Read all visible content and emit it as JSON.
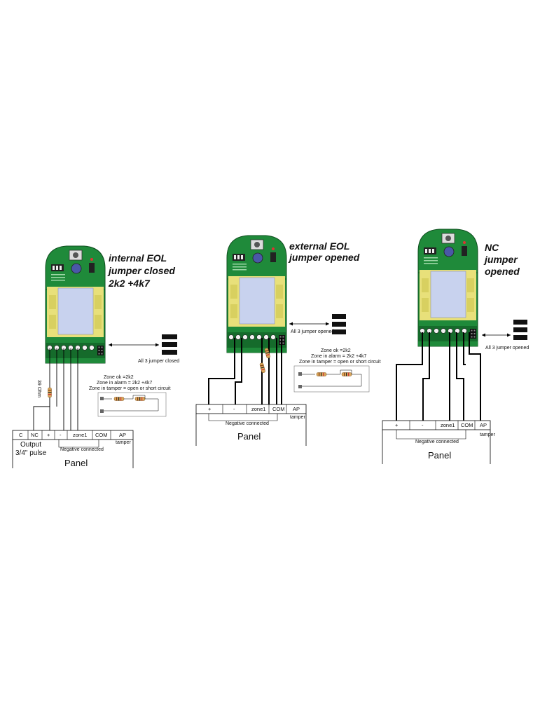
{
  "colors": {
    "pcb": "#1f8a3a",
    "pcb_dark": "#156b2b",
    "pad": "#e8e07a",
    "lens": "#c8d2ee",
    "wire": "#000000",
    "resistor": "#d9a65a"
  },
  "diagrams": [
    {
      "title_lines": [
        "internal EOL",
        "jumper closed",
        "2k2 +4k7"
      ],
      "jumper_note": "All 3 jumper closed",
      "resistor_label": "39 Ohm",
      "zone_notes": [
        "Zone ok =2k2",
        "Zone in alarm = 2k2 +4k7",
        "Zone in tamper = open or short circuit"
      ],
      "terminals": [
        "C",
        "NC",
        "+",
        "-",
        "zone1",
        "COM",
        "AP"
      ],
      "tamper_label": "tamper",
      "negative_label": "Negative connected",
      "output_lines": [
        "Output",
        "3/4\" pulse"
      ],
      "panel_label": "Panel"
    },
    {
      "title_lines": [
        "external EOL",
        "jumper opened"
      ],
      "jumper_note": "All 3 jumper opened",
      "zone_notes": [
        "Zone ok =2k2",
        "Zone in alarm = 2k2 +4k7",
        "Zone in tamper = open or short circuit"
      ],
      "terminals": [
        "+",
        "-",
        "zone1",
        "COM",
        "AP"
      ],
      "tamper_label": "tamper",
      "negative_label": "Negative connected",
      "panel_label": "Panel"
    },
    {
      "title_lines": [
        "NC",
        "jumper",
        "opened"
      ],
      "jumper_note": "All 3 jumper opened",
      "terminals": [
        "+",
        "-",
        "zone1",
        "COM",
        "AP"
      ],
      "tamper_label": "tamper",
      "negative_label": "Negative connected",
      "panel_label": "Panel"
    }
  ]
}
